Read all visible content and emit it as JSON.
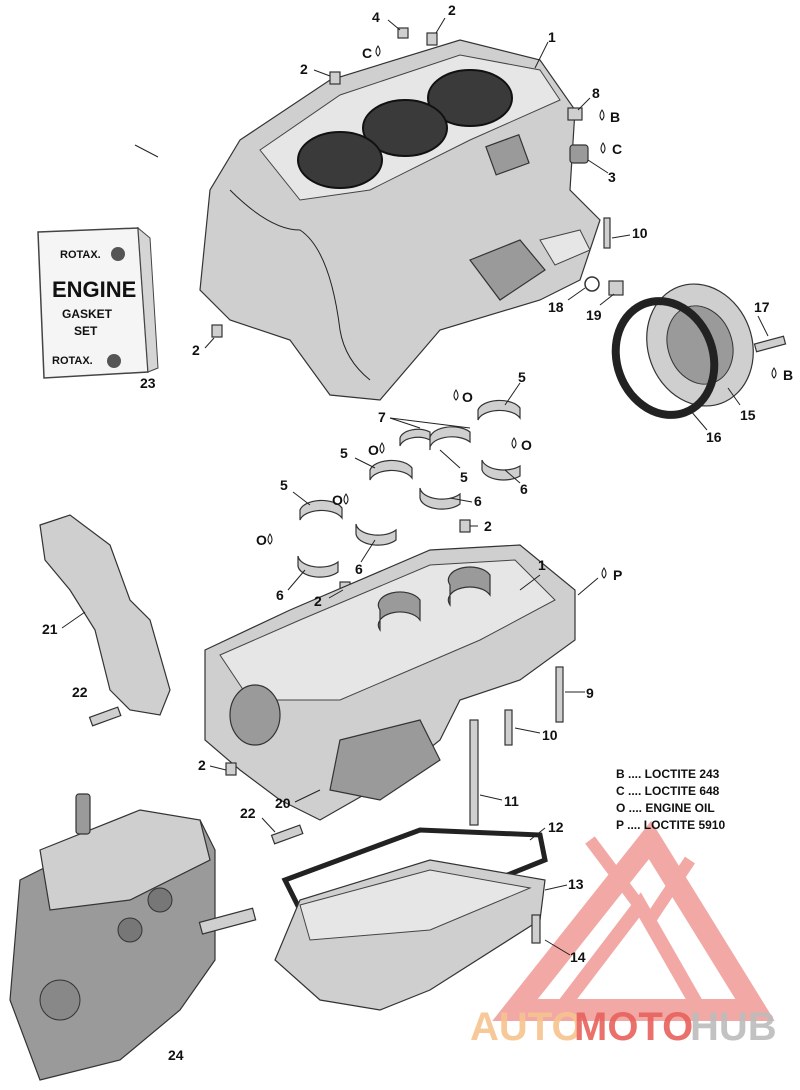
{
  "callouts": {
    "c1_top": "1",
    "c2_top": "2",
    "c2_left": "2",
    "c4": "4",
    "c8": "8",
    "c3": "3",
    "c10_top": "10",
    "c18": "18",
    "c19": "19",
    "c17": "17",
    "c15": "15",
    "c16": "16",
    "c2_midleft": "2",
    "c23": "23",
    "c5_a": "5",
    "c7": "7",
    "c5_b": "5",
    "c5_c": "5",
    "c6_a": "6",
    "c5_d": "5",
    "c6_b": "6",
    "c6_c": "6",
    "c6_d": "6",
    "c2_mid": "2",
    "c2_low": "2",
    "c1_low": "1",
    "c21": "21",
    "c9": "9",
    "c10_low": "10",
    "c22_a": "22",
    "c2_bottom": "2",
    "c20": "20",
    "c11": "11",
    "c22_b": "22",
    "c12": "12",
    "c13": "13",
    "c14": "14",
    "c24": "24"
  },
  "symbols": {
    "c_4": "C",
    "b_8": "B",
    "c_3": "C",
    "b_17": "B",
    "p_1": "P",
    "o_a": "O",
    "o_b": "O",
    "o_c": "O",
    "o_d": "O",
    "o_e": "O"
  },
  "legend": [
    "B .... LOCTITE 243",
    "C .... LOCTITE 648",
    "O .... ENGINE OIL",
    "P .... LOCTITE 5910"
  ],
  "gasket_kit": {
    "brand_top": "ROTAX.",
    "title": "ENGINE",
    "line2": "GASKET",
    "line3": "SET",
    "brand_bottom": "ROTAX."
  },
  "watermark": {
    "part1": "AUTO",
    "part2": "MOTO",
    "part3": "HUB",
    "color_light": "#f7c48f",
    "color_red": "#e8625c",
    "color_gray": "#bcbcbc"
  }
}
